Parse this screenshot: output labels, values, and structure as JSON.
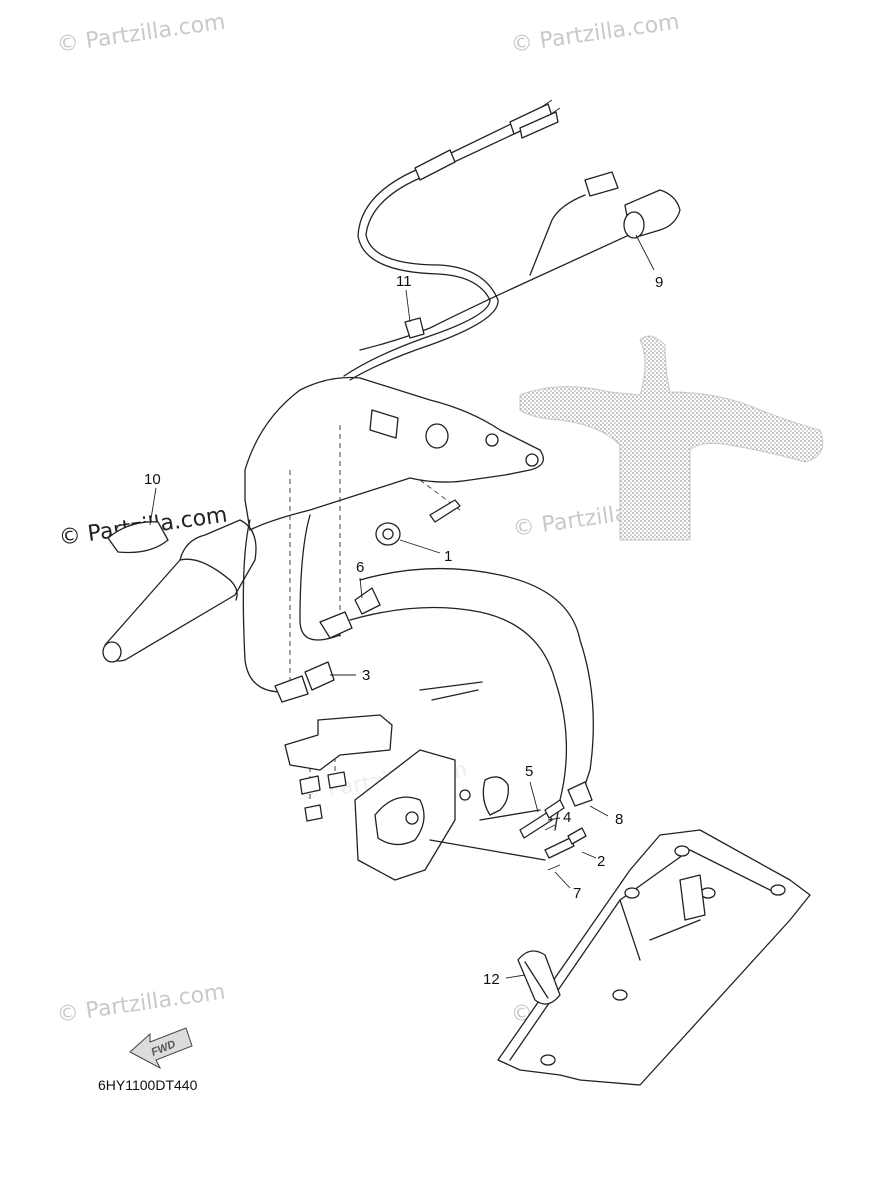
{
  "diagram": {
    "code": "6HY1100DT440",
    "fwd_label": "FWD",
    "watermarks": [
      "© Partzilla.com",
      "© Partzilla.com",
      "© Partzilla.com",
      "© Partzilla.com",
      "© Partzilla.com",
      "© Partzilla.com",
      "© Partzilla.com"
    ],
    "callouts": [
      "1",
      "2",
      "3",
      "4",
      "5",
      "6",
      "7",
      "8",
      "9",
      "10",
      "11",
      "12"
    ]
  }
}
